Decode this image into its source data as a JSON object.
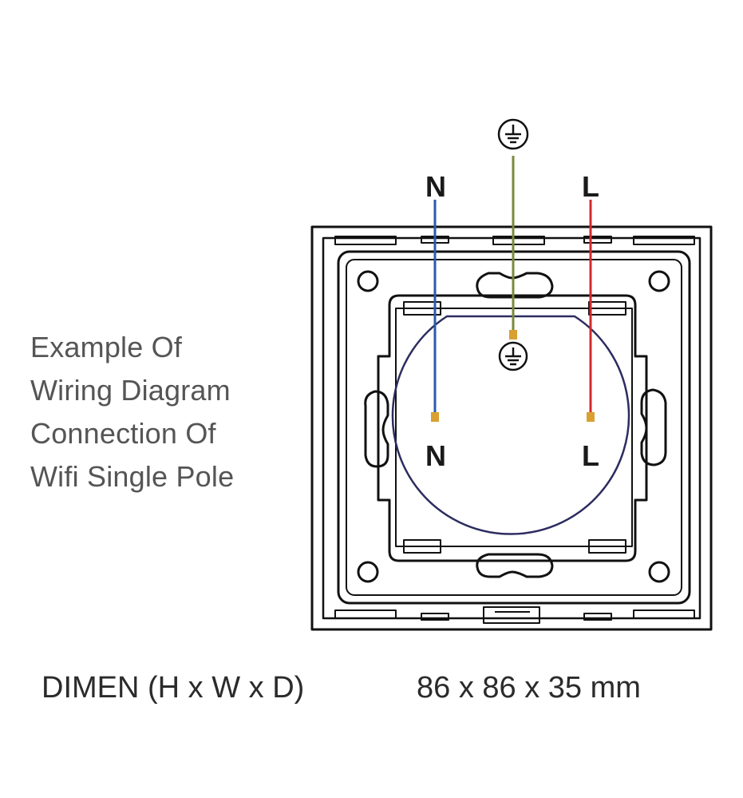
{
  "description": {
    "lines": [
      "Example Of",
      "Wiring Diagram",
      "Connection Of",
      "Wifi Single Pole"
    ]
  },
  "dimensions": {
    "label": "DIMEN (H x W x D)",
    "value": "86 x 86 x 35 mm"
  },
  "terminals": {
    "neutral_top": "N",
    "live_top": "L",
    "neutral_bottom": "N",
    "live_bottom": "L"
  },
  "wires": {
    "neutral_color": "#2a5ba8",
    "earth_color": "#7a8a3c",
    "live_color": "#d42a2a",
    "terminal_color": "#d9a030"
  },
  "icons": {
    "earth_top": "earth-ground-icon",
    "earth_center": "earth-ground-icon"
  }
}
